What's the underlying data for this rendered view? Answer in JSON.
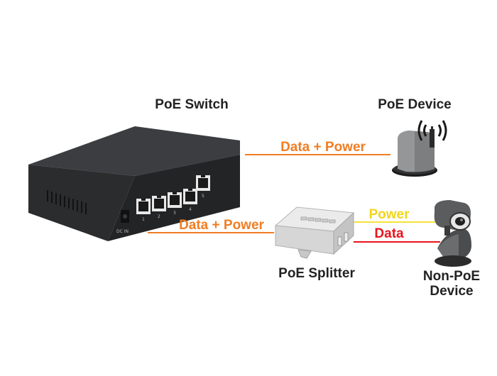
{
  "labels": {
    "poe_switch": "PoE Switch",
    "poe_device": "PoE Device",
    "poe_splitter": "PoE Splitter",
    "non_poe_device_line1": "Non-PoE",
    "non_poe_device_line2": "Device"
  },
  "links": {
    "switch_to_device": "Data + Power",
    "switch_to_splitter": "Data + Power",
    "splitter_power": "Power",
    "splitter_data": "Data"
  },
  "switch_panel": {
    "port_numbers": [
      "1",
      "2",
      "3",
      "4",
      "5"
    ],
    "dc_in": "DC IN"
  },
  "colors": {
    "data_power_line": "#f07d22",
    "power_line": "#f5e23a",
    "power_text": "#f2d51c",
    "data_line": "#e8141b",
    "label_text": "#222222"
  }
}
